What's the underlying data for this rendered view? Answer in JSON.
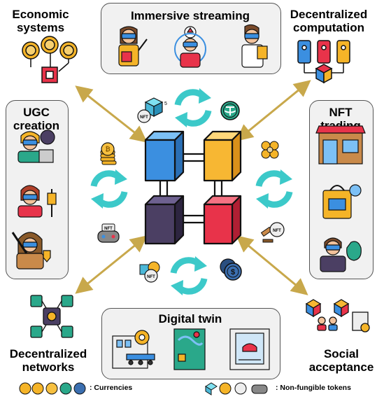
{
  "labels": {
    "economic": "Economic systems",
    "immersive": "Immersive streaming",
    "decentralized_computation": "Decentralized computation",
    "ugc": "UGC creation",
    "nft_trading": "NFT trading",
    "digital_twin": "Digital twin",
    "decentralized_networks": "Decentralized networks",
    "social": "Social acceptance"
  },
  "legend": {
    "currencies": ": Currencies",
    "nft": ": Non-fungible tokens"
  },
  "icon_texts": {
    "nft": "NFT",
    "five": "5"
  },
  "colors": {
    "arrow": "#c8a84b",
    "cycle": "#3cc9c9",
    "cube_blue": "#3b8fe0",
    "cube_yellow": "#f7b733",
    "cube_purple": "#4b3f63",
    "cube_red": "#e8334a",
    "box_bg": "#f1f1f1"
  }
}
